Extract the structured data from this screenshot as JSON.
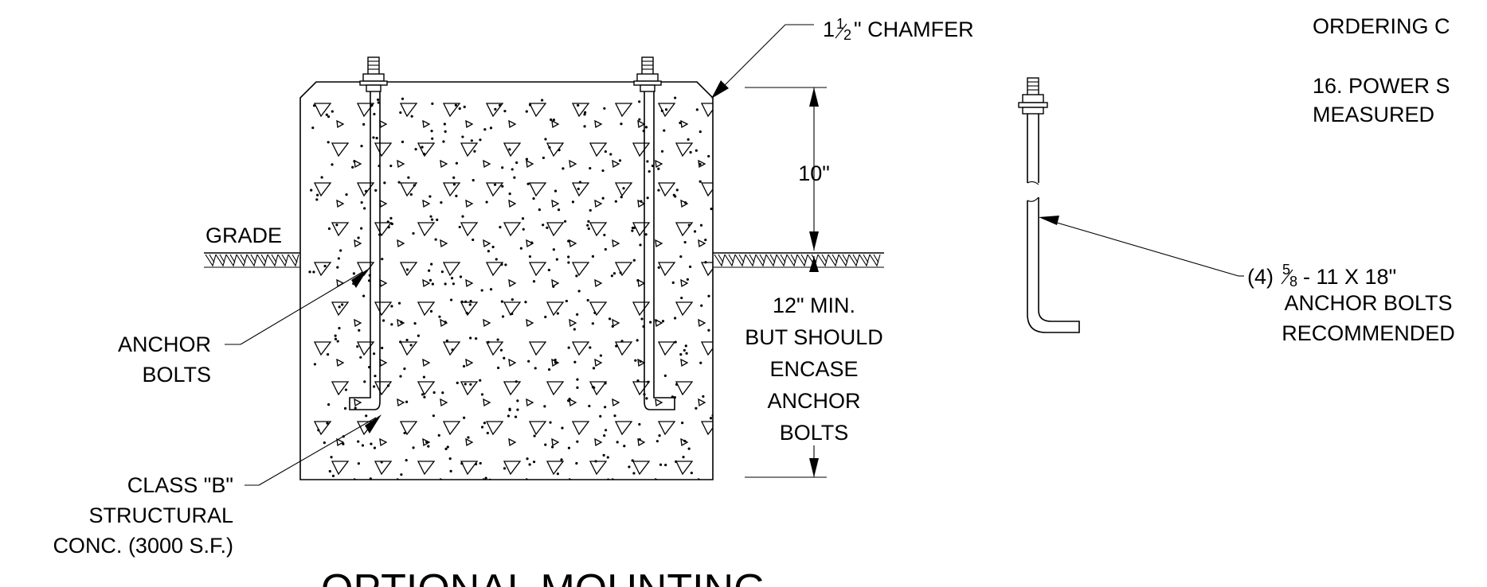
{
  "labels": {
    "chamfer_whole": "1",
    "chamfer_num": "1",
    "chamfer_den": "2",
    "chamfer_text": "\" CHAMFER",
    "dim_10": "10\"",
    "grade": "GRADE",
    "depth": [
      "12\" MIN.",
      "BUT SHOULD",
      "ENCASE",
      "ANCHOR",
      "BOLTS"
    ],
    "anchor_bolts": [
      "ANCHOR",
      "BOLTS"
    ],
    "concrete": [
      "CLASS \"B\"",
      "STRUCTURAL",
      "CONC. (3000 S.F.)"
    ],
    "bolt_spec_prefix": "(4)",
    "bolt_spec_num": "5",
    "bolt_spec_den": "8",
    "bolt_spec_rest": "- 11 X 18\"",
    "bolt_spec_lines": [
      "ANCHOR BOLTS",
      "RECOMMENDED"
    ],
    "title": "OPTIONAL MOUNTING",
    "note_ordering": "ORDERING C",
    "note_power": "16. POWER S",
    "note_measured": "MEASURED"
  },
  "colors": {
    "ink": "#000000",
    "paper": "#ffffff"
  }
}
